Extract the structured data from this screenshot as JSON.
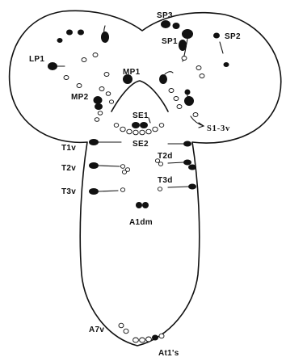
{
  "diagram": {
    "labels": {
      "sp3": "SP3",
      "sp1": "SP1",
      "sp2": "SP2",
      "lp1": "LP1",
      "mp1": "MP1",
      "mp2": "MP2",
      "se1": "SE1",
      "se2": "SE2",
      "s13v": "S1-3v",
      "t1v": "T1v",
      "t2v": "T2v",
      "t3v": "T3v",
      "t2d": "T2d",
      "t3d": "T3d",
      "a1dm": "A1dm",
      "a7v": "A7v",
      "at1s": "At1's"
    }
  }
}
